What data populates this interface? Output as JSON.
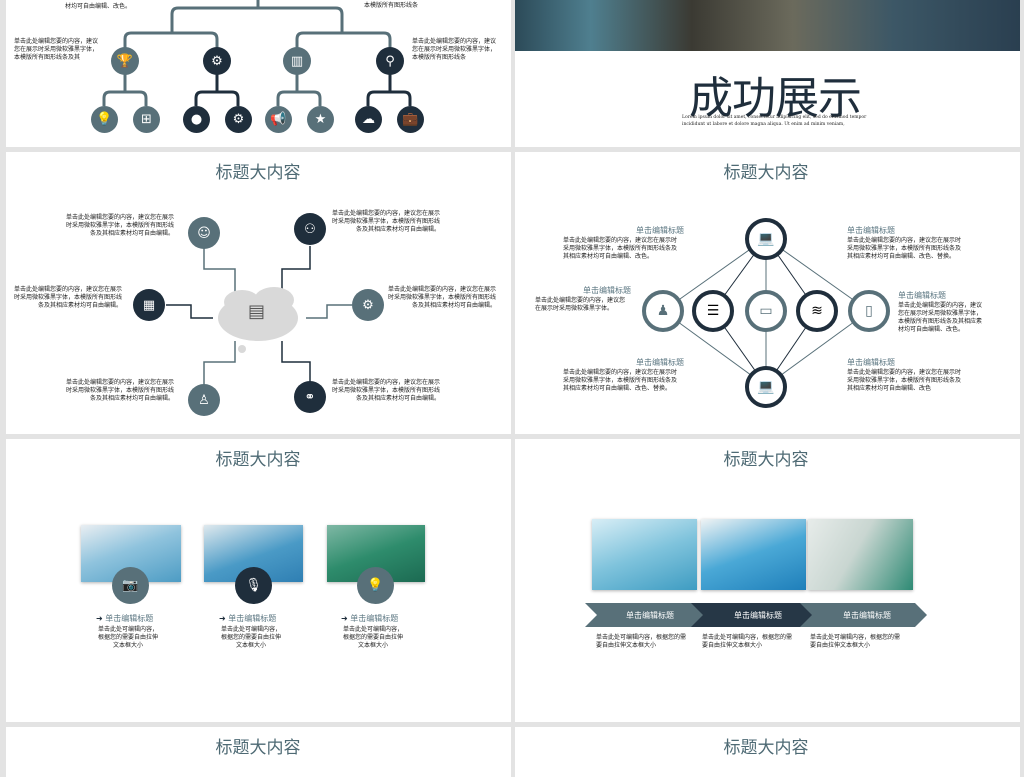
{
  "slide1": {
    "top_left_text": "材均可自由编辑、改色。",
    "top_right_text": "本模版所有图形线条",
    "left_text": "单击此处编辑您要的内容，建议\n您在展示时采用微软雅黑字体，\n本模版所有图形线条及其",
    "right_text": "单击此处编辑您要的内容，建议\n您在展示时采用微软雅黑字体，\n本模版所有图形线条",
    "icons": [
      "trophy-icon",
      "search-settings-icon",
      "bar-chart-icon",
      "magnifier-icon"
    ],
    "child_icons": [
      "lightbulb-icon",
      "org-chart-icon",
      "user-icon",
      "gears-icon",
      "megaphone-icon",
      "location-star-icon",
      "cloud-download-icon",
      "briefcase-icon"
    ],
    "colors": {
      "teal": "#587079",
      "dark": "#1f2e3c"
    }
  },
  "slide2": {
    "title": "成功展示",
    "lorem": "Lorem ipsum dolor sit amet, consectetur adipisicing elit, sed do eiusmod tempor\nincididunt ut labore et dolore magna aliqua. Ut enim ad minim veniam,"
  },
  "slide3": {
    "title": "标题大内容",
    "text": "单击此处编辑您要的内容，建议您在展示\n时采用微软雅黑字体，本模版所有图形线\n条及其相应素材均可自由编辑。"
  },
  "slide4": {
    "title": "标题大内容",
    "heading": "单击编辑标题",
    "tl": "单击此处编辑您要的内容，建议您在展示时\n采用微软雅黑字体，本模版所有图形线条及\n其相应素材均可自由编辑、改色。",
    "tr": "单击此处编辑您要的内容，建议您在展示时\n采用微软雅黑字体，本模版所有图形线条及\n其相应素材均可自由编辑、改色、替换。",
    "ml": "单击此处编辑您要的内容，建议您\n在展示时采用微软雅黑字体。",
    "mr": "单击此处编辑您要的内容，建议\n您在展示时采用微软雅黑字体，\n本模版所有图形线条及其相应素\n材均可自由编辑、改色。",
    "bl": "单击此处编辑您要的内容，建议您在展示时\n采用微软雅黑字体，本模版所有图形线条及\n其相应素材均可自由编辑、改色、替换。",
    "br": "单击此处编辑您要的内容，建议您在展示时\n采用微软雅黑字体，本模版所有图形线条及\n其相应素材均可自由编辑、改色"
  },
  "slide5": {
    "title": "标题大内容",
    "heading": "单击编辑标题",
    "text": "单击此处可编辑内容，\n根据您的需要自由拉伸\n文本框大小"
  },
  "slide6": {
    "title": "标题大内容",
    "heading": "单击编辑标题",
    "text": "单击此处可编辑内容，根据您的需\n要自由拉伸文本框大小"
  },
  "slide7": {
    "title": "标题大内容"
  },
  "slide8": {
    "title": "标题大内容"
  }
}
